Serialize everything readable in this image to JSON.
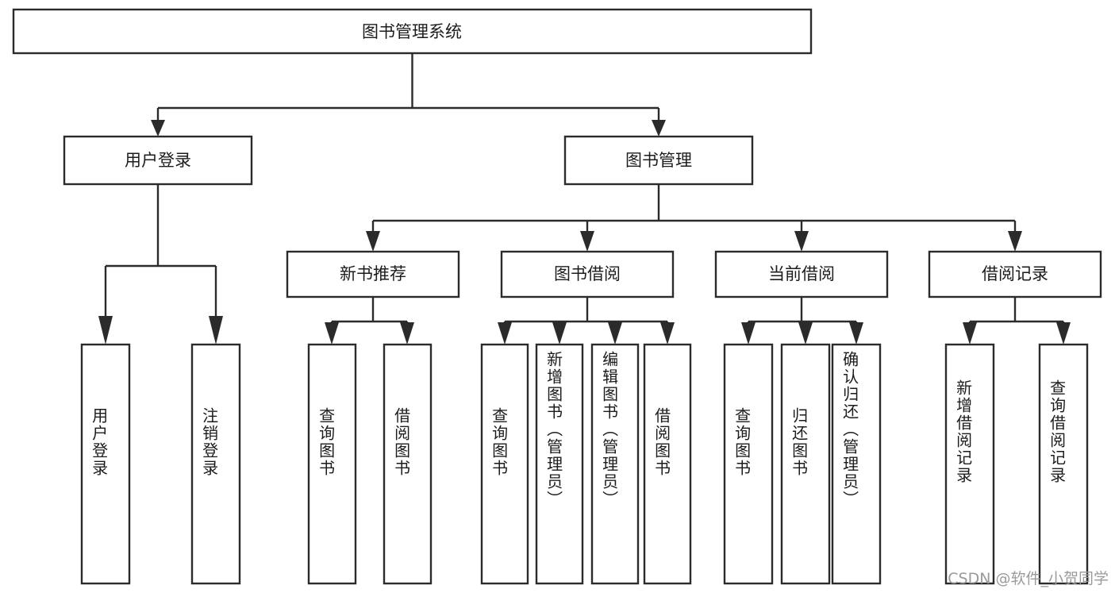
{
  "diagram": {
    "title": "图书管理系统",
    "type": "hierarchy-tree",
    "watermark": "CSDN @软件_小贺同学",
    "colors": {
      "stroke": "#2b2b2b",
      "box_fill": "#ffffff",
      "text": "#1c1c1c",
      "watermark": "#9a9a9a",
      "background": "#ffffff"
    },
    "levels": [
      {
        "level": 1,
        "nodes": [
          {
            "id": "root",
            "label": "图书管理系统",
            "orientation": "horizontal"
          }
        ]
      },
      {
        "level": 2,
        "nodes": [
          {
            "id": "user-login",
            "label": "用户登录",
            "orientation": "horizontal",
            "parent": "root"
          },
          {
            "id": "book-manage",
            "label": "图书管理",
            "orientation": "horizontal",
            "parent": "root"
          }
        ]
      },
      {
        "level": 3,
        "nodes": [
          {
            "id": "new-book-rec",
            "label": "新书推荐",
            "orientation": "horizontal",
            "parent": "book-manage"
          },
          {
            "id": "book-borrow",
            "label": "图书借阅",
            "orientation": "horizontal",
            "parent": "book-manage"
          },
          {
            "id": "current-borrow",
            "label": "当前借阅",
            "orientation": "horizontal",
            "parent": "book-manage"
          },
          {
            "id": "borrow-record",
            "label": "借阅记录",
            "orientation": "horizontal",
            "parent": "book-manage"
          }
        ]
      },
      {
        "level": 4,
        "nodes": [
          {
            "id": "leaf-user-login",
            "label": "用户登录",
            "orientation": "vertical",
            "parent": "user-login"
          },
          {
            "id": "leaf-user-logout",
            "label": "注销登录",
            "orientation": "vertical",
            "parent": "user-login"
          },
          {
            "id": "leaf-query-book-1",
            "label": "查询图书",
            "orientation": "vertical",
            "parent": "new-book-rec"
          },
          {
            "id": "leaf-borrow-book-1",
            "label": "借阅图书",
            "orientation": "vertical",
            "parent": "new-book-rec"
          },
          {
            "id": "leaf-query-book-2",
            "label": "查询图书",
            "orientation": "vertical",
            "parent": "book-borrow"
          },
          {
            "id": "leaf-add-book",
            "label": "新增图书（管理员）",
            "orientation": "vertical",
            "parent": "book-borrow"
          },
          {
            "id": "leaf-edit-book",
            "label": "编辑图书（管理员）",
            "orientation": "vertical",
            "parent": "book-borrow"
          },
          {
            "id": "leaf-borrow-book-2",
            "label": "借阅图书",
            "orientation": "vertical",
            "parent": "book-borrow"
          },
          {
            "id": "leaf-query-book-3",
            "label": "查询图书",
            "orientation": "vertical",
            "parent": "current-borrow"
          },
          {
            "id": "leaf-return-book",
            "label": "归还图书",
            "orientation": "vertical",
            "parent": "current-borrow"
          },
          {
            "id": "leaf-confirm-return",
            "label": "确认归还（管理员）",
            "orientation": "vertical",
            "parent": "current-borrow"
          },
          {
            "id": "leaf-add-record",
            "label": "新增借阅记录",
            "orientation": "vertical",
            "parent": "borrow-record"
          },
          {
            "id": "leaf-query-record",
            "label": "查询借阅记录",
            "orientation": "vertical",
            "parent": "borrow-record"
          }
        ]
      }
    ]
  }
}
